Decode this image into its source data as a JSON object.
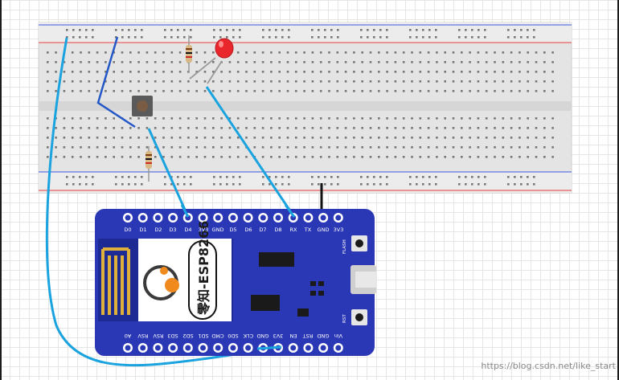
{
  "board": {
    "top_labels": [
      "D0",
      "D1",
      "D2",
      "D3",
      "D4",
      "3V3",
      "GND",
      "D5",
      "D6",
      "D7",
      "D8",
      "RX",
      "TX",
      "GND",
      "3V3"
    ],
    "bottom_labels": [
      "A0",
      "RSV",
      "RSV",
      "SD3",
      "SD2",
      "SD1",
      "CMD",
      "SD0",
      "CLK",
      "GND",
      "3V3",
      "EN",
      "RST",
      "GND",
      "Vin"
    ],
    "chip_text": "零知-ESP8266",
    "flash_label": "FLASH",
    "rst_label": "RST"
  },
  "watermark": "https://blog.csdn.net/like_start",
  "colors": {
    "board": "#2a38b5",
    "wire_signal": "#1aa3df",
    "wire_link": "#2458c8",
    "wire_gnd": "#111111",
    "led": "#e8262c",
    "breadboard": "#e6e6e6"
  }
}
